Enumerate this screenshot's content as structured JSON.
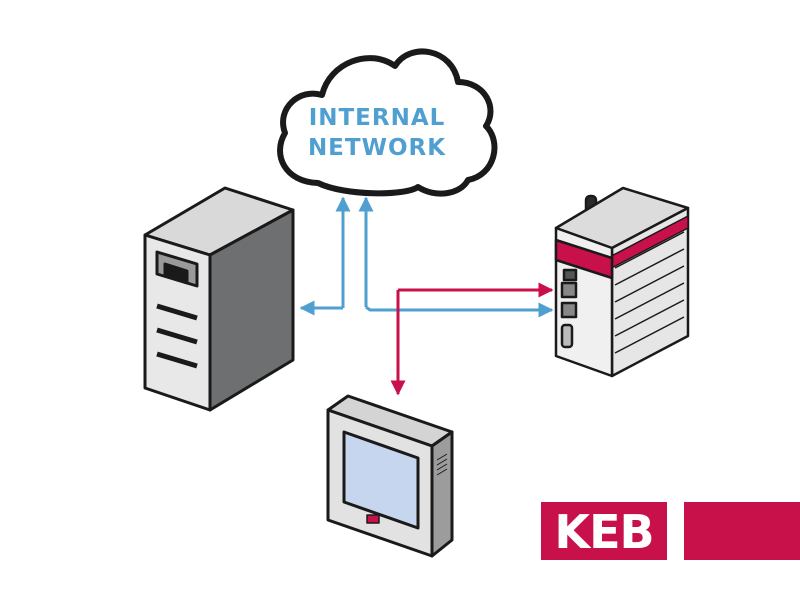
{
  "cloud": {
    "line1": "INTERNAL",
    "line2": "NETWORK"
  },
  "logo": {
    "text": "KEB"
  },
  "colors": {
    "network_blue": "#4f9fd0",
    "crimson": "#c8104a",
    "outline": "#1a1a1a",
    "device_light": "#e4e4e4",
    "device_dark": "#6d6f71",
    "screen": "#c6d6ef"
  },
  "components": [
    {
      "id": "server",
      "icon": "server-tower-icon"
    },
    {
      "id": "cloud",
      "icon": "cloud-icon"
    },
    {
      "id": "gateway",
      "icon": "industrial-gateway-icon"
    },
    {
      "id": "panel",
      "icon": "hmi-touch-panel-icon"
    }
  ],
  "connections": [
    {
      "from": "server",
      "to": "cloud",
      "color": "network_blue"
    },
    {
      "from": "gateway",
      "to": "cloud",
      "color": "network_blue"
    },
    {
      "from": "panel",
      "to": "gateway",
      "color": "crimson"
    }
  ]
}
